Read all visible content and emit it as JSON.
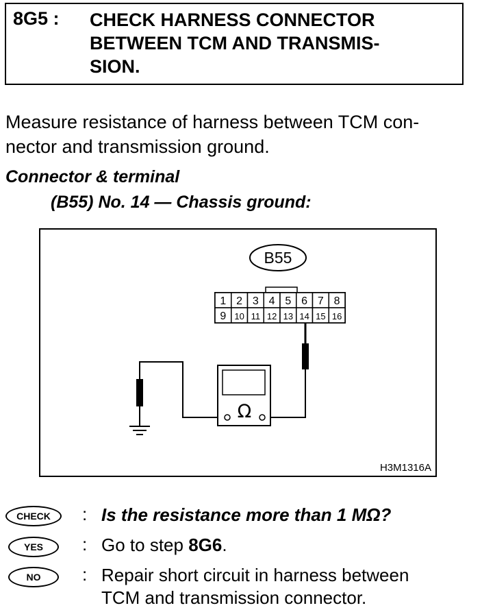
{
  "step": {
    "id": "8G5 :",
    "title_lines": [
      "CHECK HARNESS CONNECTOR",
      "BETWEEN TCM AND TRANSMIS-",
      "SION."
    ]
  },
  "instruction": {
    "line1": "Measure resistance of harness between TCM con-",
    "line2": "nector and transmission ground."
  },
  "connector": {
    "heading": "Connector & terminal",
    "detail": "(B55) No. 14 — Chassis ground:"
  },
  "diagram": {
    "connector_name": "B55",
    "terminals_top": [
      "1",
      "2",
      "3",
      "4",
      "5",
      "6",
      "7",
      "8"
    ],
    "terminals_bottom": [
      "9",
      "10",
      "11",
      "12",
      "13",
      "14",
      "15",
      "16"
    ],
    "meter_symbol": "Ω",
    "figure_code": "H3M1316A"
  },
  "checks": {
    "check_badge": "CHECK",
    "question": "Is the resistance more than 1 MΩ?",
    "yes_badge": "YES",
    "yes_prefix": "Go to step ",
    "yes_step": "8G6",
    "yes_suffix": ".",
    "no_badge": "NO",
    "no_line1": "Repair short circuit in harness between",
    "no_line2": "TCM and transmission connector.",
    "colon": ":"
  }
}
